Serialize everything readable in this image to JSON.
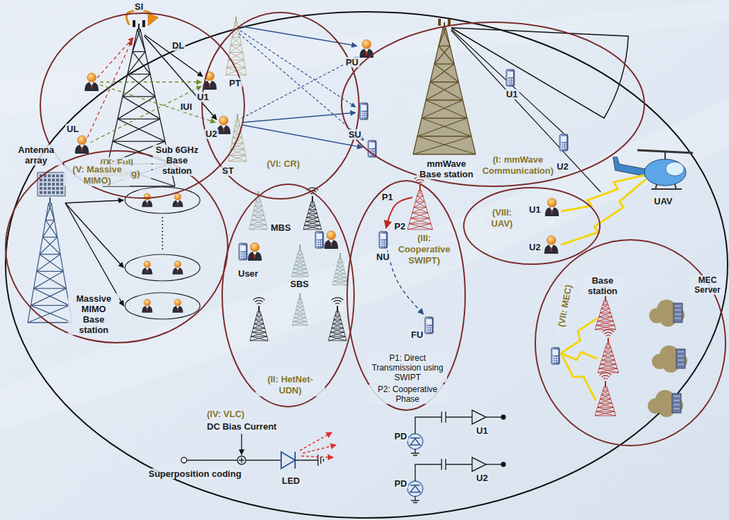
{
  "diagram": {
    "nodes": [
      {
        "text": [
          "(IX: Full Duplexing)"
        ]
      },
      {
        "text": [
          "(VI: CR)"
        ]
      },
      {
        "text": [
          "(I: mmWave Communication)"
        ]
      },
      {
        "text": [
          "(V: Massive MIMO)"
        ]
      },
      {
        "text": [
          "(II: HetNet-UDN)"
        ]
      },
      {
        "text": [
          "(III: Cooperative SWIPT)"
        ]
      },
      {
        "text": [
          "(VIII: UAV)"
        ]
      },
      {
        "text": [
          "(VII: MEC)"
        ]
      }
    ],
    "labels": [
      "SI",
      "DL",
      "U1",
      "UL",
      "IUI",
      "U2",
      "Sub 6GHz Base station",
      "PT",
      "PU",
      "SU",
      "ST",
      "U1",
      "mmWave Base station",
      "U2",
      "UAV",
      "Antenna array",
      "Massive MIMO Base station",
      "MBS",
      "User",
      "SBS",
      "P1",
      "P2",
      "NU",
      "FU",
      "P1: Direct Transmission using SWIPT",
      "P2: Cooperative Phase",
      "U1",
      "U2",
      "Base station",
      "MEC Server",
      "(IV: VLC)",
      "DC Bias Current",
      "Superposition coding",
      "LED",
      "PD",
      "U1",
      "PD",
      "U2"
    ]
  }
}
